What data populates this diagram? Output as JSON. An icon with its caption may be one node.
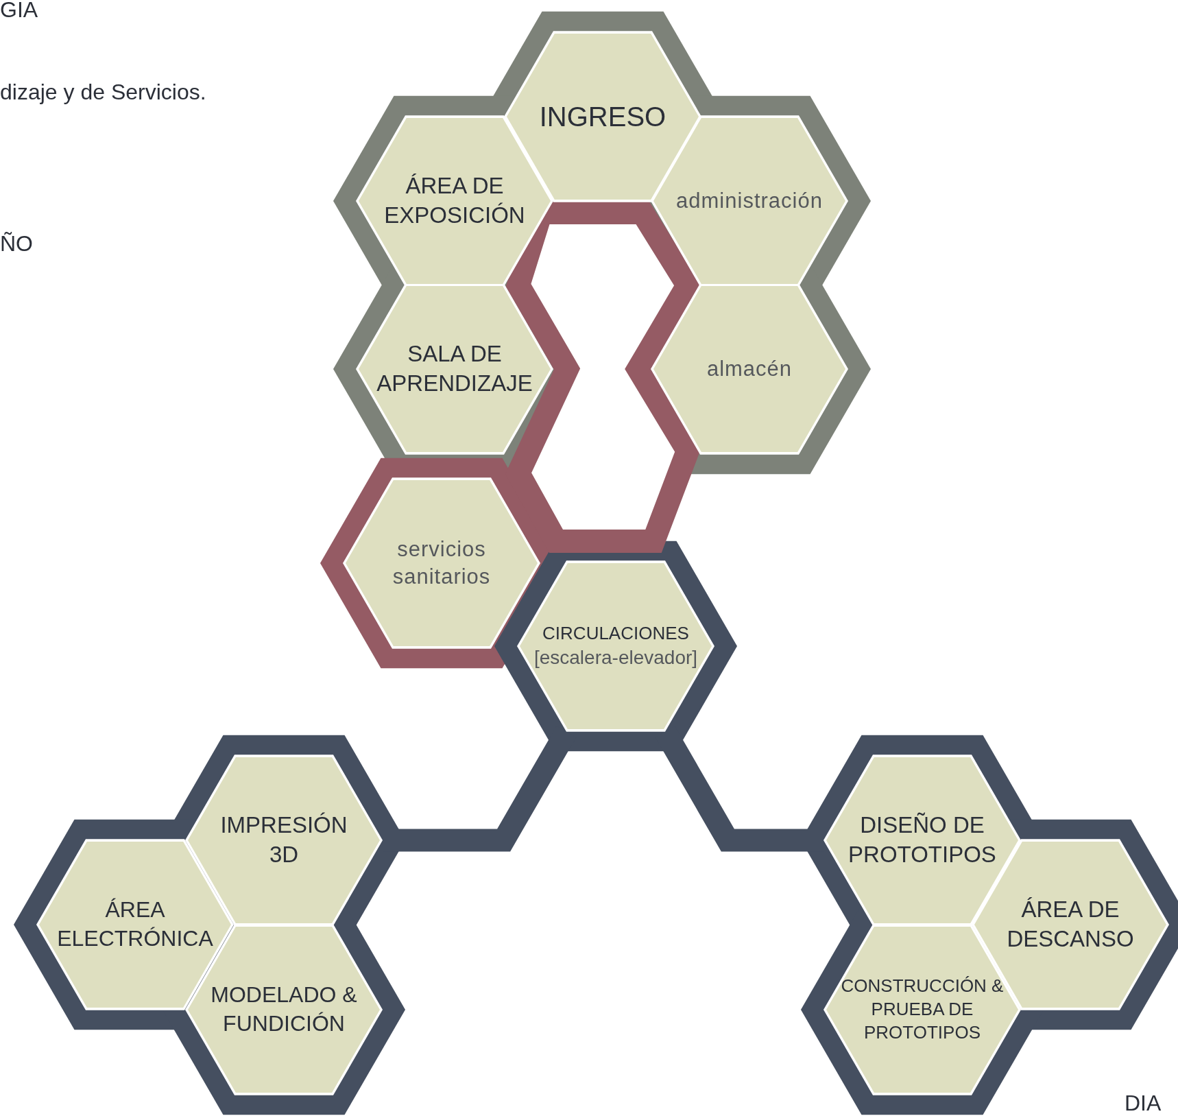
{
  "diagram": {
    "nodes": [
      {
        "text": [
          "INGRESO"
        ]
      },
      {
        "text": [
          "ÁREA DE EXPOSICIÓN"
        ]
      },
      {
        "text": [
          "administración"
        ]
      },
      {
        "text": [
          "SALA DE APRENDIZAJE"
        ]
      },
      {
        "text": [
          "almacén"
        ]
      },
      {
        "text": [
          "servicios sanitarios"
        ]
      },
      {
        "text": [
          "CIRCULACIONES",
          "[escalera-elevador]"
        ]
      },
      {
        "text": [
          "IMPRESIÓN 3D"
        ]
      },
      {
        "text": [
          "ÁREA ELECTRÓNICA"
        ]
      },
      {
        "text": [
          "MODELADO & FUNDICIÓN"
        ]
      },
      {
        "text": [
          "DISEÑO DE PROTOTIPOS"
        ]
      },
      {
        "text": [
          "ÁREA DE DESCANSO"
        ]
      },
      {
        "text": [
          "CONSTRUCCIÓN & PRUEBA DE PROTOTIPOS"
        ]
      }
    ],
    "edges": [
      {
        "from": 6,
        "to": 7,
        "arrow": "none"
      },
      {
        "from": 6,
        "to": 10,
        "arrow": "none"
      }
    ],
    "labels": [
      "GIA",
      "dizaje y de Servicios.",
      "ÑO",
      "DIA"
    ]
  }
}
